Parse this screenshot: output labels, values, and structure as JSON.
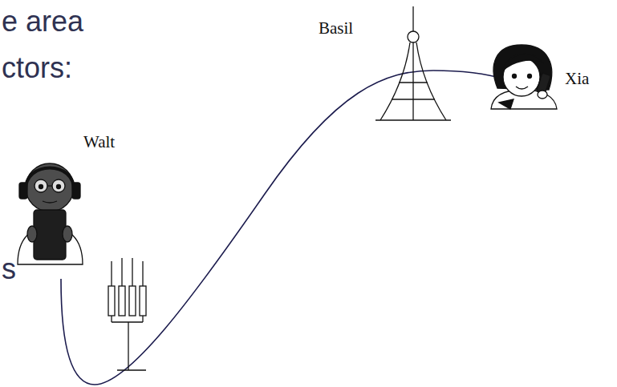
{
  "diagram": {
    "labels": [
      "e area",
      "Basil",
      "ctors:",
      "Xia",
      "Walt",
      "s"
    ]
  }
}
